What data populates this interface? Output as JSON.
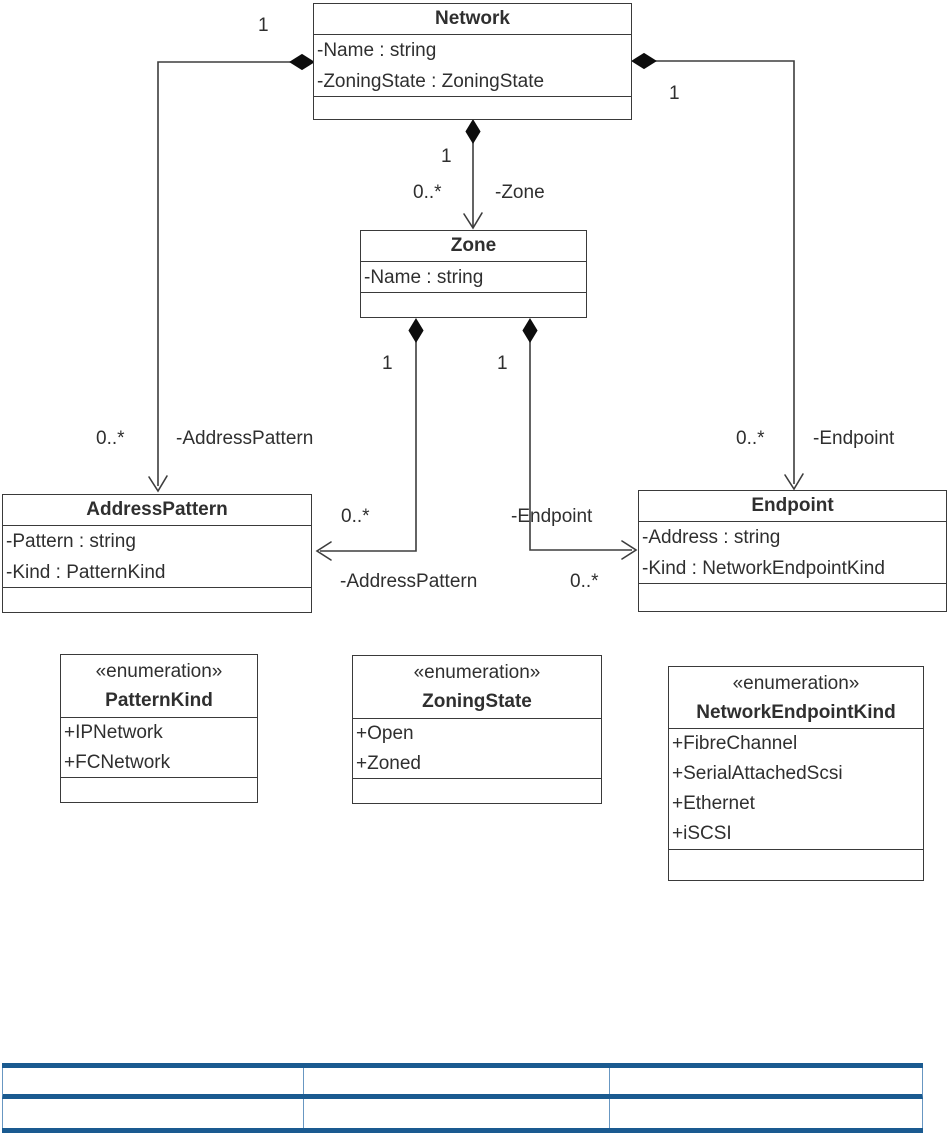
{
  "diagram": {
    "stereotype": "«enumeration»",
    "classes": {
      "network": {
        "name": "Network",
        "attributes": [
          "-Name : string",
          "-ZoningState : ZoningState"
        ]
      },
      "zone": {
        "name": "Zone",
        "attributes": [
          "-Name : string"
        ]
      },
      "address_pattern": {
        "name": "AddressPattern",
        "attributes": [
          "-Pattern : string",
          "-Kind : PatternKind"
        ]
      },
      "endpoint": {
        "name": "Endpoint",
        "attributes": [
          "-Address : string",
          "-Kind : NetworkEndpointKind"
        ]
      }
    },
    "enumerations": {
      "pattern_kind": {
        "name": "PatternKind",
        "literals": [
          "+IPNetwork",
          "+FCNetwork"
        ]
      },
      "zoning_state": {
        "name": "ZoningState",
        "literals": [
          "+Open",
          "+Zoned"
        ]
      },
      "network_endpoint_kind": {
        "name": "NetworkEndpointKind",
        "literals": [
          "+FibreChannel",
          "+SerialAttachedScsi",
          "+Ethernet",
          "+iSCSI"
        ]
      }
    },
    "associations": {
      "network_zone": {
        "type": "composition",
        "source_multiplicity": "1",
        "target_multiplicity": "0..*",
        "role": "-Zone"
      },
      "network_address_pattern": {
        "type": "composition",
        "source_multiplicity": "1",
        "target_multiplicity": "0..*",
        "role": "-AddressPattern"
      },
      "network_endpoint": {
        "type": "composition",
        "source_multiplicity": "1",
        "target_multiplicity": "0..*",
        "role": "-Endpoint"
      },
      "zone_address_pattern": {
        "type": "composition",
        "source_multiplicity": "1",
        "target_multiplicity": "0..*",
        "role": "-AddressPattern"
      },
      "zone_endpoint": {
        "type": "composition",
        "source_multiplicity": "1",
        "target_multiplicity": "0..*",
        "role": "-Endpoint"
      }
    }
  },
  "table": {
    "border_color_dark": "#1A5A90",
    "border_color_light": "#6897C2",
    "rows": [
      [
        "",
        "",
        ""
      ],
      [
        "",
        "",
        ""
      ]
    ]
  }
}
